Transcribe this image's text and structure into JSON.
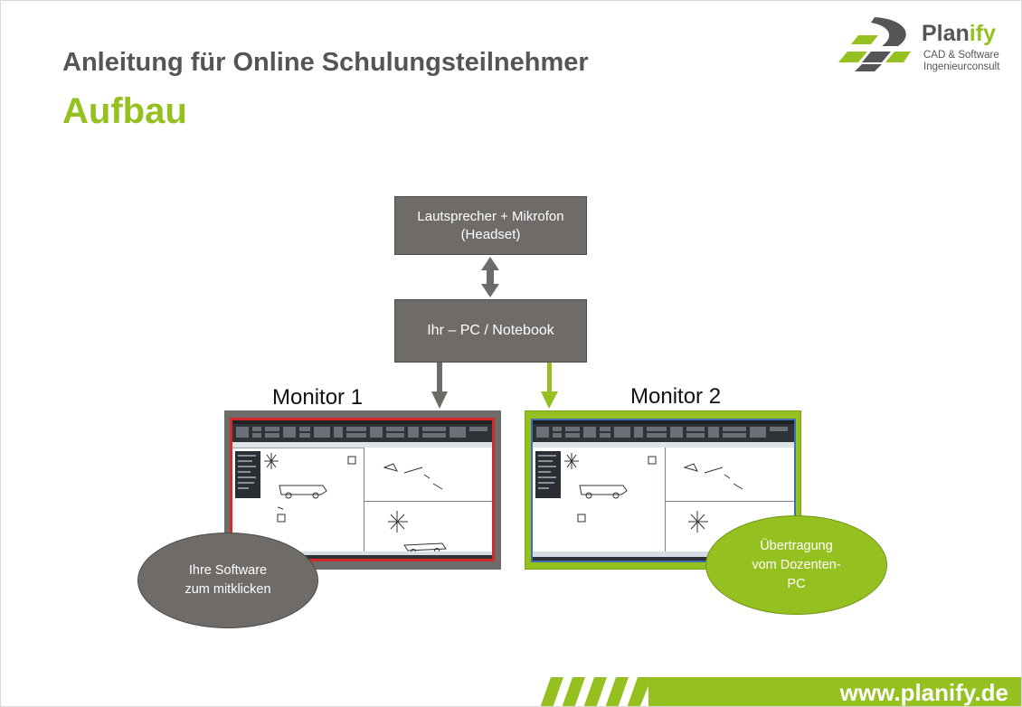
{
  "header": {
    "title": "Anleitung für Online Schulungsteilnehmer",
    "subtitle": "Aufbau"
  },
  "logo": {
    "name_part1": "Plan",
    "name_part2": "ify",
    "tagline_line1": "CAD & Software",
    "tagline_line2": "Ingenieurconsult"
  },
  "diagram": {
    "headset_box": {
      "line1": "Lautsprecher + Mikrofon",
      "line2": "(Headset)"
    },
    "pc_box": {
      "label": "Ihr – PC / Notebook"
    },
    "monitor1": {
      "label": "Monitor 1"
    },
    "monitor2": {
      "label": "Monitor 2"
    },
    "bubble_left": {
      "line1": "Ihre Software",
      "line2": "zum mitklicken"
    },
    "bubble_right": {
      "line1": "Übertragung",
      "line2": "vom Dozenten-",
      "line3": "PC"
    }
  },
  "footer": {
    "url": "www.planify.de"
  },
  "colors": {
    "accent_green": "#94c11f",
    "box_gray": "#6f6b68",
    "text_gray": "#555555",
    "monitor1_frame": "#d42a27",
    "monitor2_frame": "#3b6fb6"
  }
}
